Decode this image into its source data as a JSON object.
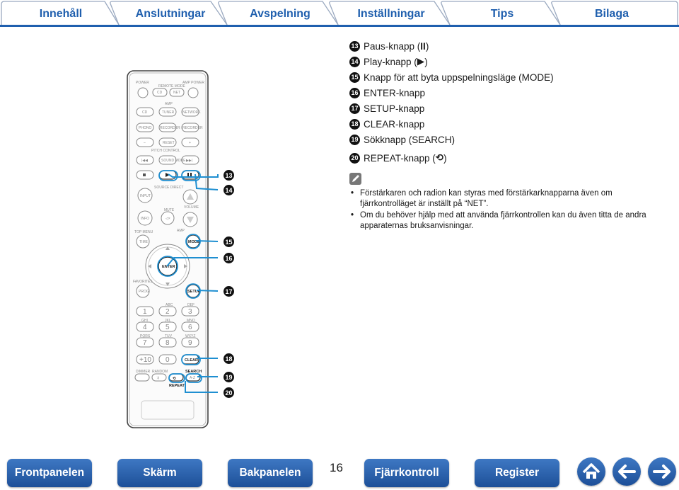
{
  "tabs": [
    "Innehåll",
    "Anslutningar",
    "Avspelning",
    "Inställningar",
    "Tips",
    "Bilaga"
  ],
  "items": [
    {
      "num": "13",
      "text": "Paus-knapp (",
      "glyph": "II",
      "suffix": ")"
    },
    {
      "num": "14",
      "text": "Play-knapp (",
      "glyph": "▶",
      "suffix": ")"
    },
    {
      "num": "15",
      "text": "Knapp för att byta uppspelningsläge (MODE)",
      "glyph": "",
      "suffix": ""
    },
    {
      "num": "16",
      "text": "ENTER-knapp",
      "glyph": "",
      "suffix": ""
    },
    {
      "num": "17",
      "text": "SETUP-knapp",
      "glyph": "",
      "suffix": ""
    },
    {
      "num": "18",
      "text": "CLEAR-knapp",
      "glyph": "",
      "suffix": ""
    },
    {
      "num": "19",
      "text": "Sökknapp (SEARCH)",
      "glyph": "",
      "suffix": ""
    },
    {
      "num": "20",
      "text": "REPEAT-knapp (",
      "glyph": "⟲",
      "suffix": ")"
    }
  ],
  "notes": [
    "Förstärkaren och radion kan styras med förstärkarknapparna även om fjärrkontrolläget är inställt på “NET”.",
    "Om du behöver hjälp med att använda fjärrkontrollen kan du även titta de andra apparaternas bruksanvisningar."
  ],
  "remote": {
    "power": "POWER",
    "remote_mode": "REMOTE MODE",
    "amp_power": "AMP POWER",
    "cd": "CD",
    "net": "NET",
    "amp": "AMP",
    "cd2": "CD",
    "tuner": "TUNER",
    "network": "NETWORK",
    "phono": "PHONO",
    "recorder1": "RECORDER",
    "recorder2": "RECORDER",
    "minus": "–",
    "reset": "RESET",
    "plus": "+",
    "pitch_control": "PITCH CONTROL",
    "sound_mode": "SOUND MODE",
    "source_direct": "SOURCE DIRECT",
    "input": "INPUT",
    "volume": "VOLUME",
    "mute": "MUTE",
    "info": "INFO",
    "top_menu": "TOP MENU",
    "amp2": "AMP",
    "time": "TIME",
    "mode": "MODE",
    "enter": "ENTER",
    "favorites": "FAVORITES",
    "prog": "PROG",
    "setup": "SETUP",
    "keys": [
      "1",
      "2",
      "3",
      "4",
      "5",
      "6",
      "7",
      "8",
      "9",
      "+10",
      "0"
    ],
    "key_labels": [
      "ABC",
      "DEF",
      "GHI",
      "JKL",
      "MNO",
      "PQRS",
      "TUV",
      "WXYZ"
    ],
    "clear": "CLEAR",
    "dimmer": "DIMMER",
    "random": "RANDOM",
    "search": "SEARCH",
    "repeat": "REPEAT"
  },
  "callouts": [
    "13",
    "14",
    "15",
    "16",
    "17",
    "18",
    "19",
    "20"
  ],
  "page_number": "16",
  "nav": [
    "Frontpanelen",
    "Skärm",
    "Bakpanelen",
    "Fjärrkontroll",
    "Register"
  ],
  "icons": [
    "home-icon",
    "arrow-left-icon",
    "arrow-right-icon"
  ],
  "colors": {
    "accent": "#1f5fae",
    "button": "#2a62ad"
  }
}
